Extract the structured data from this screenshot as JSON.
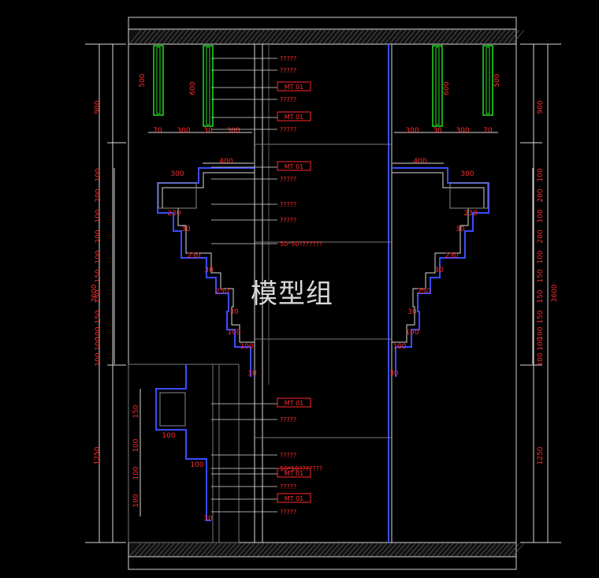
{
  "watermark": "模型组",
  "colors": {
    "dim": "#ff2a2a",
    "line": "#d8d8d8",
    "blue": "#3a4dff",
    "green": "#22dd22",
    "dark": "#333333"
  },
  "overall": {
    "left_total": "3600",
    "right_total": "3600",
    "left_top": "900",
    "right_top": "900",
    "left_bottom": "1250",
    "right_bottom": "1250"
  },
  "left_stack": [
    "100",
    "200",
    "100",
    "200",
    "100",
    "150",
    "150",
    "150",
    "100",
    "100",
    "100"
  ],
  "right_stack": [
    "100",
    "200",
    "100",
    "200",
    "100",
    "150",
    "150",
    "150",
    "100",
    "100",
    "100"
  ],
  "lower_left_stack": [
    "150",
    "100",
    "100",
    "100"
  ],
  "panels": {
    "tall_left": "500",
    "short_left": "600",
    "short_right": "600",
    "tall_right": "500"
  },
  "bottom_dims_left": [
    "70",
    "300",
    "30",
    "300"
  ],
  "bottom_dims_right": [
    "300",
    "30",
    "300",
    "70"
  ],
  "step_dims_left": [
    "400",
    "300",
    "230",
    "30",
    "230",
    "30",
    "250",
    "30",
    "100",
    "100",
    "30"
  ],
  "step_dims_right": [
    "400",
    "300",
    "230",
    "30",
    "230",
    "30",
    "250",
    "30",
    "100",
    "100",
    "30"
  ],
  "lower_step_dims": [
    "100",
    "100",
    "30"
  ],
  "tags": [
    "?????",
    "?????",
    "MT 01",
    "?????",
    "MT 01",
    "?????",
    "MT 01",
    "?????",
    "?????",
    "?????",
    "50*50???????",
    "MT 01",
    "?????",
    "?????",
    "50*50???????",
    "MT 01",
    "?????",
    "MT 01",
    "?????"
  ]
}
